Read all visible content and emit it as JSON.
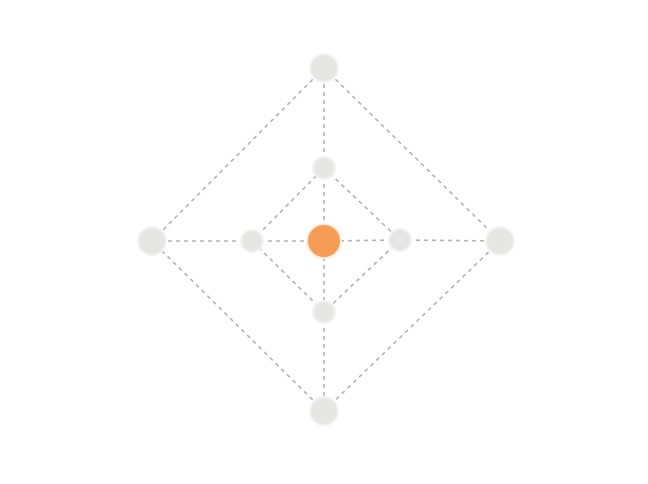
{
  "colors": {
    "background": "#ffffff",
    "edge": "#b3b3b3",
    "node_fill": "#e6e6e3",
    "node_stroke": "#f3f3f1",
    "active_fill": "#f59d56",
    "active_stroke": "#fdeedd"
  },
  "nodes": [
    {
      "id": "center",
      "ring": "center",
      "state": "active"
    },
    {
      "id": "inner-top",
      "ring": "inner",
      "state": "idle"
    },
    {
      "id": "inner-left",
      "ring": "inner",
      "state": "idle"
    },
    {
      "id": "inner-right",
      "ring": "inner",
      "state": "idle"
    },
    {
      "id": "inner-bottom",
      "ring": "inner",
      "state": "idle"
    },
    {
      "id": "outer-top",
      "ring": "outer",
      "state": "idle"
    },
    {
      "id": "outer-left",
      "ring": "outer",
      "state": "idle"
    },
    {
      "id": "outer-right",
      "ring": "outer",
      "state": "idle"
    },
    {
      "id": "outer-bottom",
      "ring": "outer",
      "state": "idle"
    }
  ],
  "edges": [
    [
      "outer-top",
      "outer-right"
    ],
    [
      "outer-right",
      "outer-bottom"
    ],
    [
      "outer-bottom",
      "outer-left"
    ],
    [
      "outer-left",
      "outer-top"
    ],
    [
      "inner-top",
      "inner-right"
    ],
    [
      "inner-right",
      "inner-bottom"
    ],
    [
      "inner-bottom",
      "inner-left"
    ],
    [
      "inner-left",
      "inner-top"
    ],
    [
      "outer-left",
      "inner-left"
    ],
    [
      "inner-left",
      "center"
    ],
    [
      "center",
      "inner-right"
    ],
    [
      "inner-right",
      "outer-right"
    ],
    [
      "outer-top",
      "inner-top"
    ],
    [
      "inner-top",
      "center"
    ],
    [
      "center",
      "inner-bottom"
    ],
    [
      "inner-bottom",
      "outer-bottom"
    ]
  ]
}
